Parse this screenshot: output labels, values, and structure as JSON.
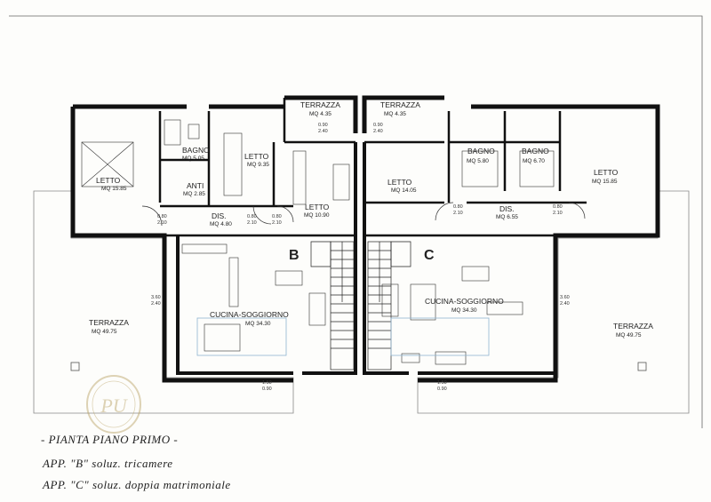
{
  "plan": {
    "units": {
      "b": "B",
      "c": "C"
    },
    "rooms": [
      {
        "id": "letto-1",
        "name": "LETTO",
        "area": "MQ 15.85"
      },
      {
        "id": "bagno-1",
        "name": "BAGNO",
        "area": "MQ 5.05"
      },
      {
        "id": "anti",
        "name": "ANTI",
        "area": "MQ 2.85"
      },
      {
        "id": "letto-2",
        "name": "LETTO",
        "area": "MQ 9.35"
      },
      {
        "id": "terrazza-top-b",
        "name": "TERRAZZA",
        "area": "MQ 4.35"
      },
      {
        "id": "letto-3",
        "name": "LETTO",
        "area": "MQ 10.90"
      },
      {
        "id": "dis-b",
        "name": "DIS.",
        "area": "MQ 4.80"
      },
      {
        "id": "terrazza-top-c",
        "name": "TERRAZZA",
        "area": "MQ 4.35"
      },
      {
        "id": "letto-c1",
        "name": "LETTO",
        "area": "MQ 14.05"
      },
      {
        "id": "bagno-c1",
        "name": "BAGNO",
        "area": "MQ 5.80"
      },
      {
        "id": "bagno-c2",
        "name": "BAGNO",
        "area": "MQ 6.70"
      },
      {
        "id": "letto-c2",
        "name": "LETTO",
        "area": "MQ 15.85"
      },
      {
        "id": "dis-c",
        "name": "DIS.",
        "area": "MQ 6.55"
      },
      {
        "id": "cucina-b",
        "name": "CUCINA-SOGGIORNO",
        "area": "MQ 34.30"
      },
      {
        "id": "cucina-c",
        "name": "CUCINA-SOGGIORNO",
        "area": "MQ 34.30"
      },
      {
        "id": "terrazza-left",
        "name": "TERRAZZA",
        "area": "MQ 49.75"
      },
      {
        "id": "terrazza-right",
        "name": "TERRAZZA",
        "area": "MQ 49.75"
      }
    ],
    "dims": {
      "d080_1": "0.80",
      "d210_1": "2.10",
      "d080_2": "0.80",
      "d210_2": "2.10",
      "d080_3": "0.80",
      "d210_3": "2.10",
      "d080_4": "0.80",
      "d210_4": "2.10",
      "d080_5": "0.80",
      "d210_5": "2.10",
      "d360_l": "3.60",
      "d240_l": "2.40",
      "d360_r": "3.60",
      "d240_r": "2.40",
      "d150_l": "1.50",
      "d090_l": "0.90",
      "d150_r": "1.50",
      "d090_r": "0.90",
      "d090_t1": "0.90",
      "d240_t1": "2.40",
      "d090_t2": "0.90",
      "d240_t2": "2.40"
    },
    "watermark": "PU"
  },
  "caption": {
    "title": "- PIANTA PIANO PRIMO -",
    "line1": "APP. \"B\" soluz. tricamere",
    "line2": "APP. \"C\" soluz. doppia matrimoniale"
  }
}
